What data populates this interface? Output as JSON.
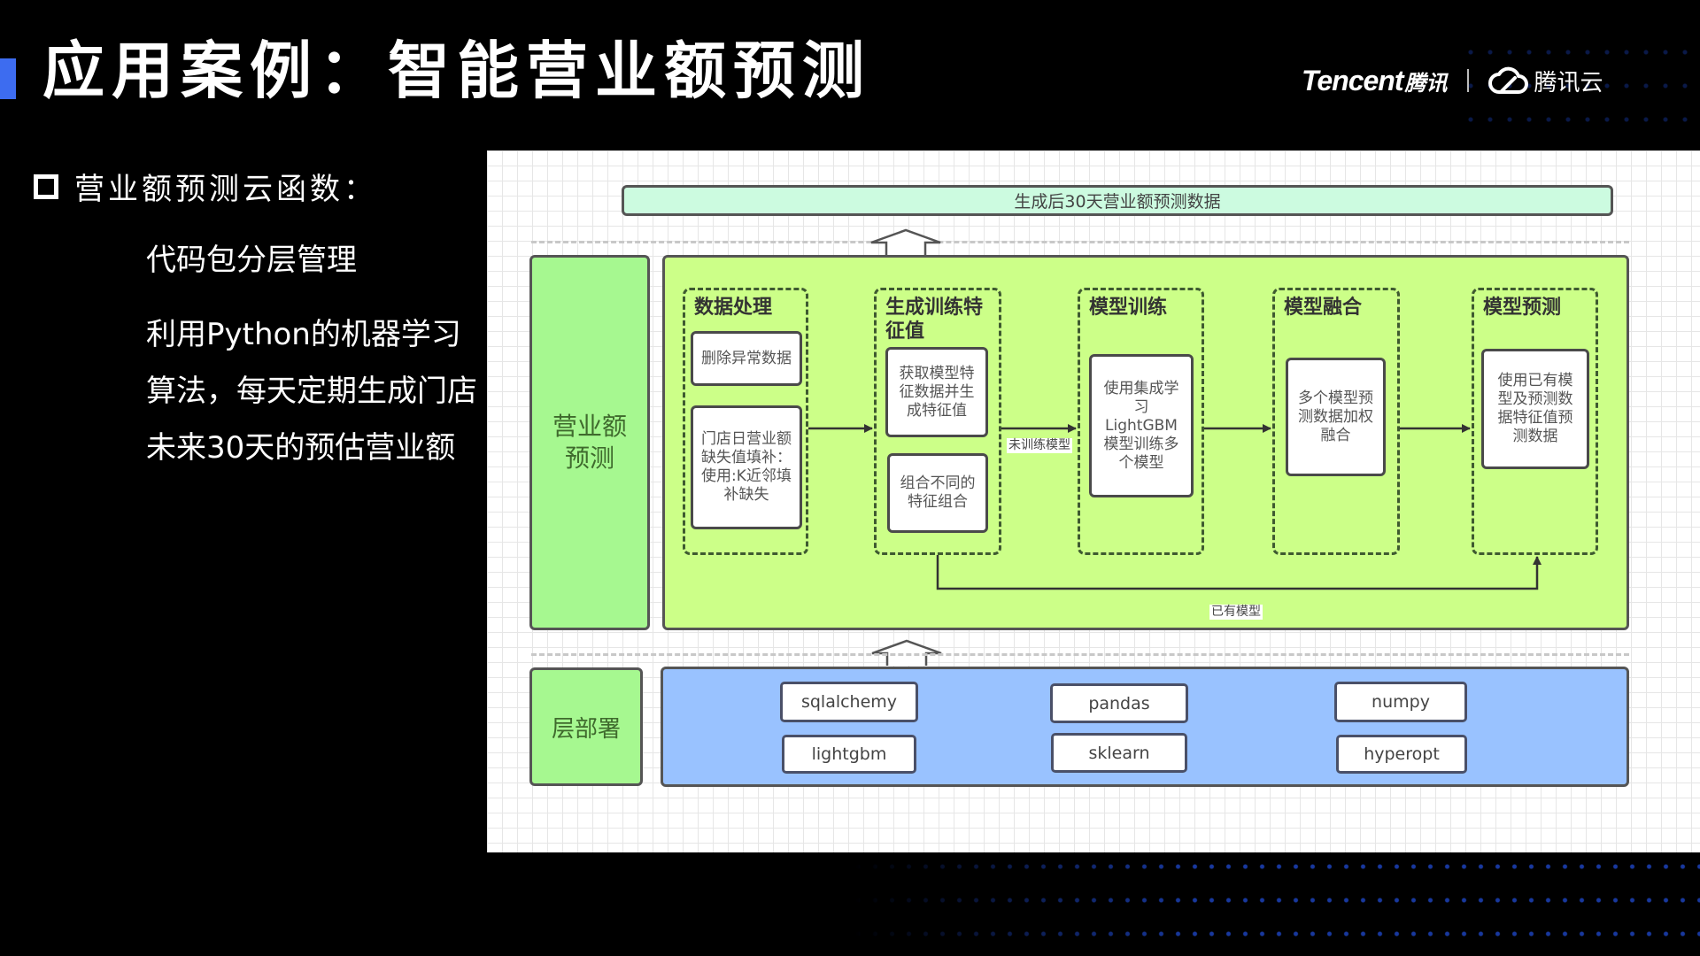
{
  "slide": {
    "title": "应用案例：智能营业额预测",
    "accent_color": "#3d6cf0"
  },
  "logo": {
    "tencent_word": "Tencent",
    "tencent_cn": "腾讯",
    "cloud_cn": "腾讯云",
    "cloud_icon": "cloud-icon"
  },
  "bullets": {
    "heading": "营业额预测云函数：",
    "items": [
      "代码包分层管理",
      "利用Python的机器学习算法，每天定期生成门店未来30天的预估营业额"
    ]
  },
  "diagram": {
    "output_bar": "生成后30天营业额预测数据",
    "left_label_top": "营业额预测",
    "left_label_bottom": "层部署",
    "stages": [
      {
        "title": "数据处理",
        "cards": [
          "删除异常数据",
          "门店日营业额缺失值填补：使用:K近邻填补缺失"
        ]
      },
      {
        "title": "生成训练特征值",
        "cards": [
          "获取模型特征数据并生成特征值",
          "组合不同的特征组合"
        ]
      },
      {
        "title": "模型训练",
        "cards": [
          "使用集成学习LightGBM模型训练多个模型"
        ]
      },
      {
        "title": "模型融合",
        "cards": [
          "多个模型预测数据加权融合"
        ]
      },
      {
        "title": "模型预测",
        "cards": [
          "使用已有模型及预测数据特征值预测数据"
        ]
      }
    ],
    "edge_labels": {
      "untrained": "未训练模型",
      "existing": "已有模型"
    },
    "libraries": [
      "sqlalchemy",
      "pandas",
      "numpy",
      "lightgbm",
      "sklearn",
      "hyperopt"
    ],
    "colors": {
      "output_bar": "#ccfbe0",
      "pipeline": "#ccff88",
      "left_green": "#a6f890",
      "deploy_blue": "#99c2ff"
    }
  }
}
